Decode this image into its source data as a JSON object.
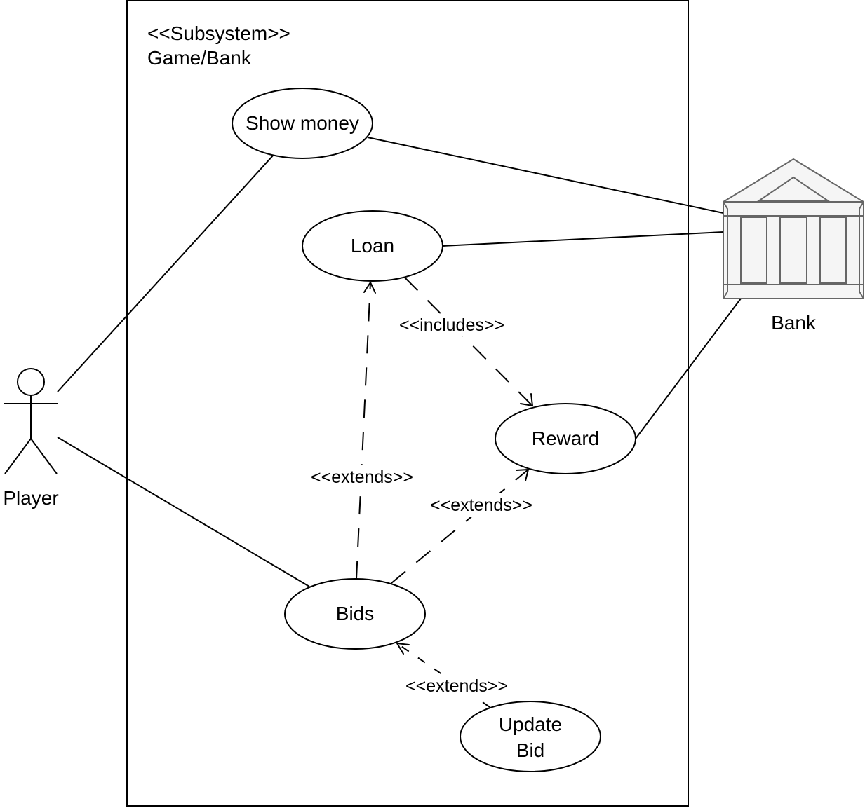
{
  "subsystem": {
    "stereotype": "<<Subsystem>>",
    "name": "Game/Bank"
  },
  "actors": {
    "player": "Player",
    "bank": "Bank"
  },
  "use_cases": {
    "show_money": "Show money",
    "loan": "Loan",
    "reward": "Reward",
    "bids": "Bids",
    "update_bid_line1": "Update",
    "update_bid_line2": "Bid"
  },
  "relations": {
    "loan_reward": "<<includes>>",
    "bids_loan": "<<extends>>",
    "bids_reward": "<<extends>>",
    "update_bid_bids": "<<extends>>"
  }
}
